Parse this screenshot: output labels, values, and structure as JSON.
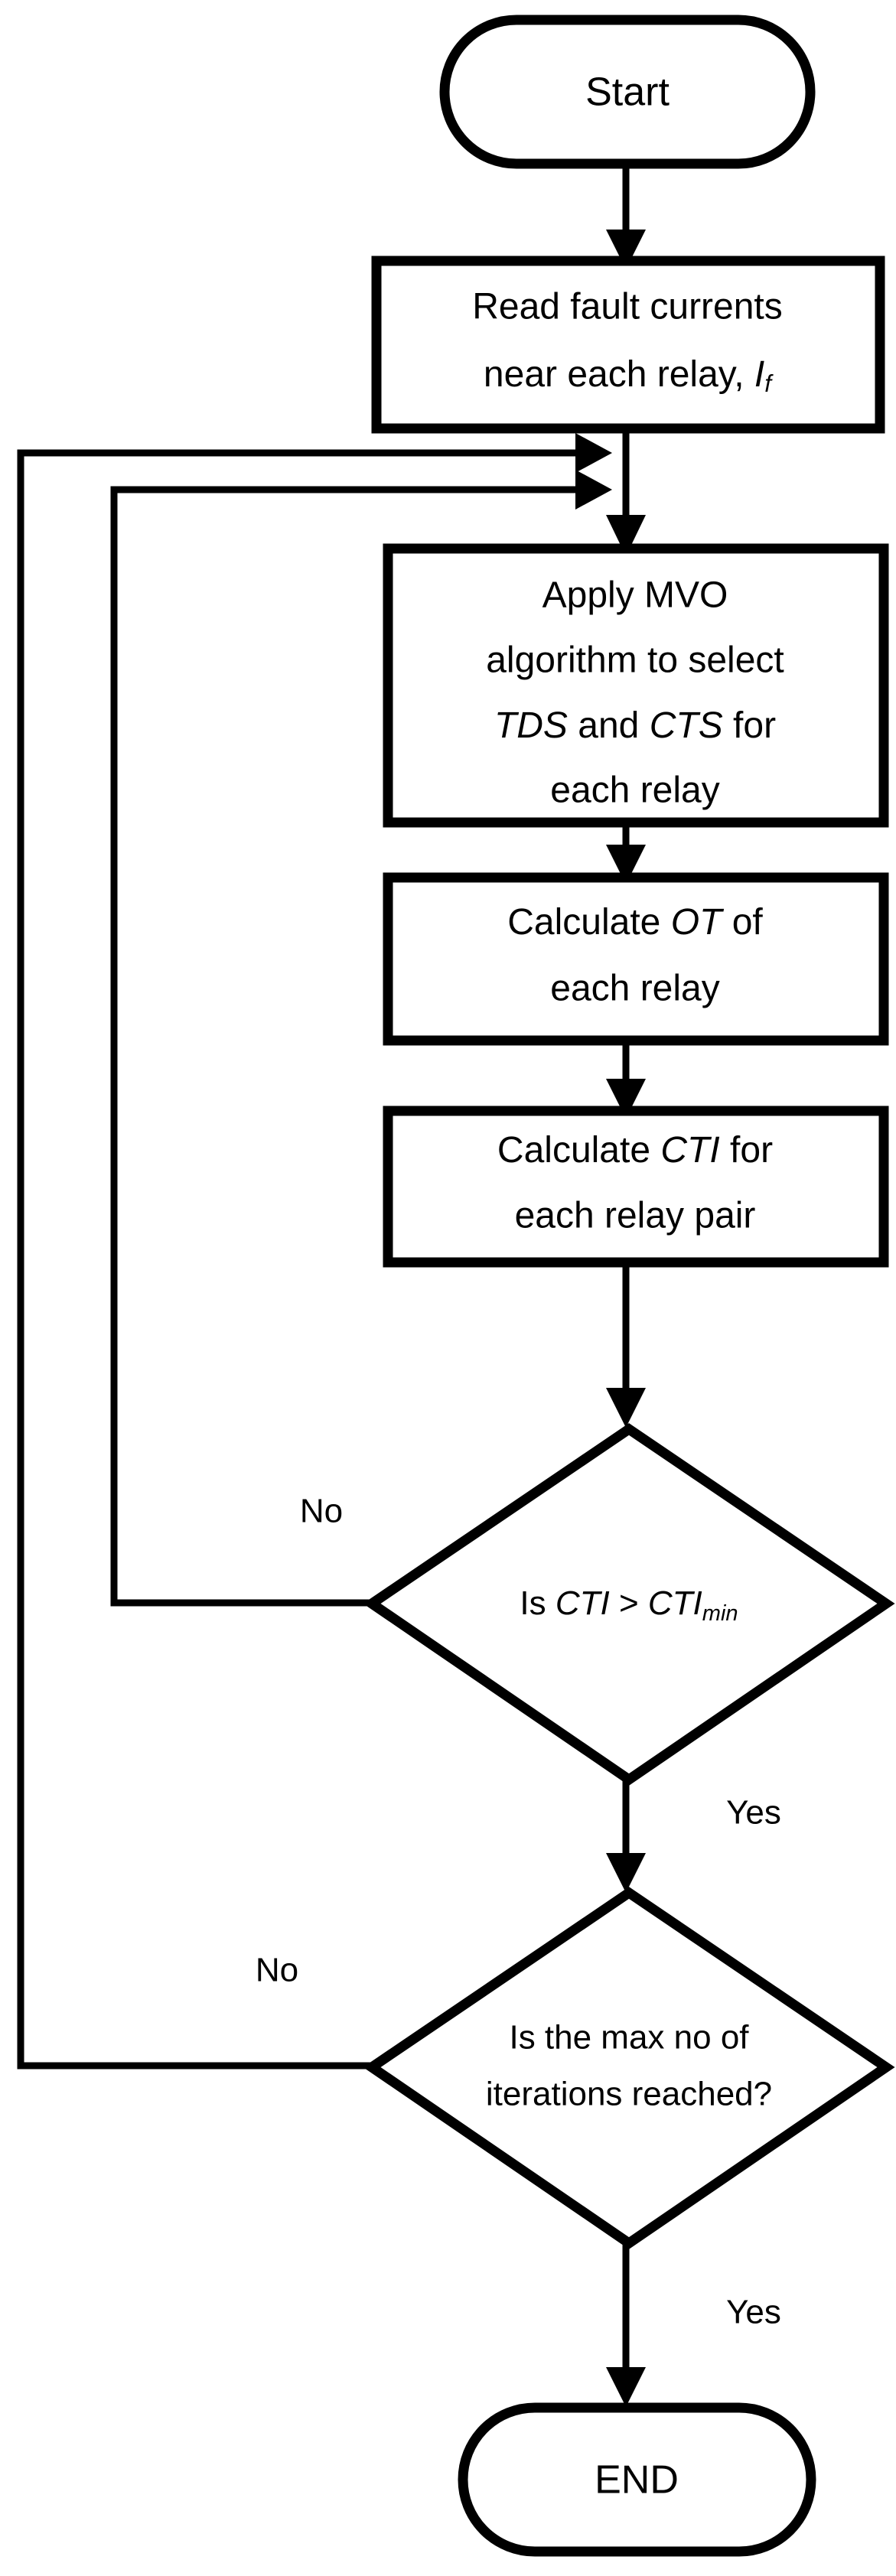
{
  "diagram": {
    "title_present": false,
    "colors": {
      "stroke": "#000000",
      "fill": "#ffffff",
      "text": "#000000"
    },
    "nodes": [
      {
        "id": "start",
        "shape": "terminator",
        "label": "Start"
      },
      {
        "id": "read",
        "shape": "process",
        "lines": [
          "Read fault currents",
          "near each relay, If"
        ],
        "line1": "Read fault currents",
        "line2a": "near each relay, ",
        "line2b": "I",
        "line2c": "f"
      },
      {
        "id": "mvo",
        "shape": "process",
        "line1": "Apply MVO",
        "line2": "algorithm to select",
        "line3a": "TDS",
        "line3b": " and ",
        "line3c": "CTS",
        "line3d": " for",
        "line4": "each relay"
      },
      {
        "id": "calc_ot",
        "shape": "process",
        "line1a": "Calculate ",
        "line1b": "OT",
        "line1c": " of",
        "line2": "each relay"
      },
      {
        "id": "calc_cti",
        "shape": "process",
        "line1a": "Calculate ",
        "line1b": "CTI",
        "line1c": " for",
        "line2": "each relay pair"
      },
      {
        "id": "dec_cti",
        "shape": "decision",
        "line1a": "Is ",
        "line1b": "CTI",
        "line1c": " > ",
        "line1d": "CTI",
        "line1e": "min"
      },
      {
        "id": "dec_iter",
        "shape": "decision",
        "line1": "Is the max no of",
        "line2": "iterations reached?"
      },
      {
        "id": "end",
        "shape": "terminator",
        "label": "END"
      }
    ],
    "edge_labels": {
      "cti_no": "No",
      "cti_yes": "Yes",
      "iter_no": "No",
      "iter_yes": "Yes"
    },
    "edges": [
      {
        "from": "start",
        "to": "read",
        "label": ""
      },
      {
        "from": "read",
        "to": "mvo",
        "label": ""
      },
      {
        "from": "mvo",
        "to": "calc_ot",
        "label": ""
      },
      {
        "from": "calc_ot",
        "to": "calc_cti",
        "label": ""
      },
      {
        "from": "calc_cti",
        "to": "dec_cti",
        "label": ""
      },
      {
        "from": "dec_cti",
        "to": "mvo",
        "label": "No"
      },
      {
        "from": "dec_cti",
        "to": "dec_iter",
        "label": "Yes"
      },
      {
        "from": "dec_iter",
        "to": "mvo",
        "label": "No"
      },
      {
        "from": "dec_iter",
        "to": "end",
        "label": "Yes"
      }
    ]
  }
}
